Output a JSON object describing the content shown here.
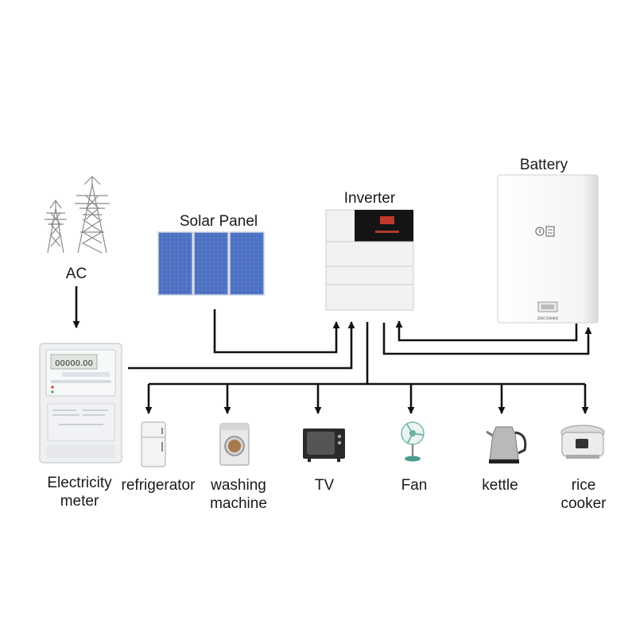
{
  "nodes": {
    "ac": {
      "label": "AC"
    },
    "solar_panel": {
      "label": "Solar Panel"
    },
    "inverter": {
      "label": "Inverter"
    },
    "battery": {
      "label": "Battery",
      "brand": "zecoeex"
    },
    "electricity_meter": {
      "label_line1": "Electricity",
      "label_line2": "meter",
      "display": "00000.00"
    }
  },
  "appliances": [
    {
      "id": "refrigerator",
      "label_line1": "refrigerator",
      "label_line2": ""
    },
    {
      "id": "washing-machine",
      "label_line1": "washing",
      "label_line2": "machine"
    },
    {
      "id": "tv",
      "label_line1": "TV",
      "label_line2": ""
    },
    {
      "id": "fan",
      "label_line1": "Fan",
      "label_line2": ""
    },
    {
      "id": "kettle",
      "label_line1": "kettle",
      "label_line2": ""
    },
    {
      "id": "rice-cooker",
      "label_line1": "rice",
      "label_line2": "cooker"
    }
  ],
  "colors": {
    "line": "#111111",
    "panel_blue": "#4a6fc2",
    "panel_frame": "#c8d2e6",
    "inverter_display": "#141414",
    "meter_body": "#eef0f2"
  }
}
